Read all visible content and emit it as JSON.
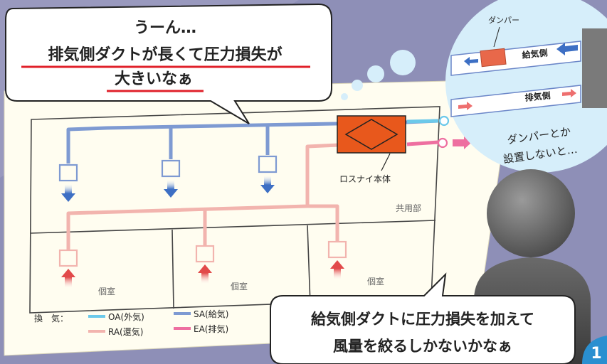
{
  "colors": {
    "background": "#8E8FB7",
    "paper": "#FFFDF0",
    "sa": "#7E9AD2",
    "ra": "#F2B4AE",
    "oa": "#6CC9EA",
    "ea": "#EE6FA0",
    "unit": "#E8581C",
    "arrow_down": "#3D6FC4",
    "arrow_up": "#E24A4A",
    "underline": "#E0202A",
    "badge": "#2A8FD0"
  },
  "bubble_top": {
    "line1": "うーん…",
    "line2": "排気側ダクトが長くて圧力損失が",
    "line3": "大きいなぁ"
  },
  "bubble_bottom": {
    "line1": "給気側ダクトに圧力損失を加えて",
    "line2": "風量を絞るしかないかなぁ"
  },
  "thought": {
    "damper_label": "ダンパー",
    "supply_label": "給気側",
    "exhaust_label": "排気側",
    "caption_line1": "ダンパーとか",
    "caption_line2": "設置しないと…"
  },
  "diagram": {
    "unit_label": "ロスナイ本体",
    "common_area": "共用部",
    "rooms": [
      "個室",
      "個室",
      "個室"
    ]
  },
  "legend": {
    "title": "換　気：",
    "items": [
      {
        "label": "OA(外気)",
        "color": "#6CC9EA"
      },
      {
        "label": "SA(給気)",
        "color": "#7E9AD2"
      },
      {
        "label": "RA(還気)",
        "color": "#F2B4AE"
      },
      {
        "label": "EA(排気)",
        "color": "#EE6FA0"
      }
    ]
  },
  "page_number": "1"
}
